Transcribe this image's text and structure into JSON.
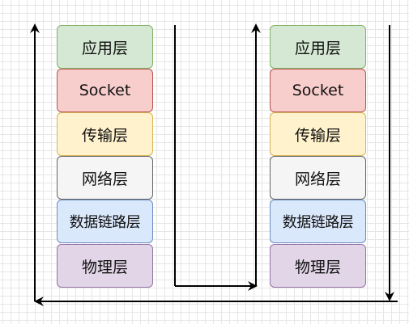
{
  "diagram": {
    "stacks": [
      {
        "id": "left",
        "layers": [
          {
            "label": "应用层",
            "fill": "#d5e8d4",
            "stroke": "#82b366"
          },
          {
            "label": "Socket",
            "fill": "#f8cecc",
            "stroke": "#b85450"
          },
          {
            "label": "传输层",
            "fill": "#fff2cc",
            "stroke": "#d6b656"
          },
          {
            "label": "网络层",
            "fill": "#f5f5f5",
            "stroke": "#666666"
          },
          {
            "label": "数据链路层",
            "fill": "#dae8fc",
            "stroke": "#6c8ebf"
          },
          {
            "label": "物理层",
            "fill": "#e1d5e7",
            "stroke": "#9673a6"
          }
        ]
      },
      {
        "id": "right",
        "layers": [
          {
            "label": "应用层",
            "fill": "#d5e8d4",
            "stroke": "#82b366"
          },
          {
            "label": "Socket",
            "fill": "#f8cecc",
            "stroke": "#b85450"
          },
          {
            "label": "传输层",
            "fill": "#fff2cc",
            "stroke": "#d6b656"
          },
          {
            "label": "网络层",
            "fill": "#f5f5f5",
            "stroke": "#666666"
          },
          {
            "label": "数据链路层",
            "fill": "#dae8fc",
            "stroke": "#6c8ebf"
          },
          {
            "label": "物理层",
            "fill": "#e1d5e7",
            "stroke": "#9673a6"
          }
        ]
      }
    ],
    "arrow_color": "#000000",
    "grid_color": "#e6e6e6",
    "background": "#ffffff"
  }
}
